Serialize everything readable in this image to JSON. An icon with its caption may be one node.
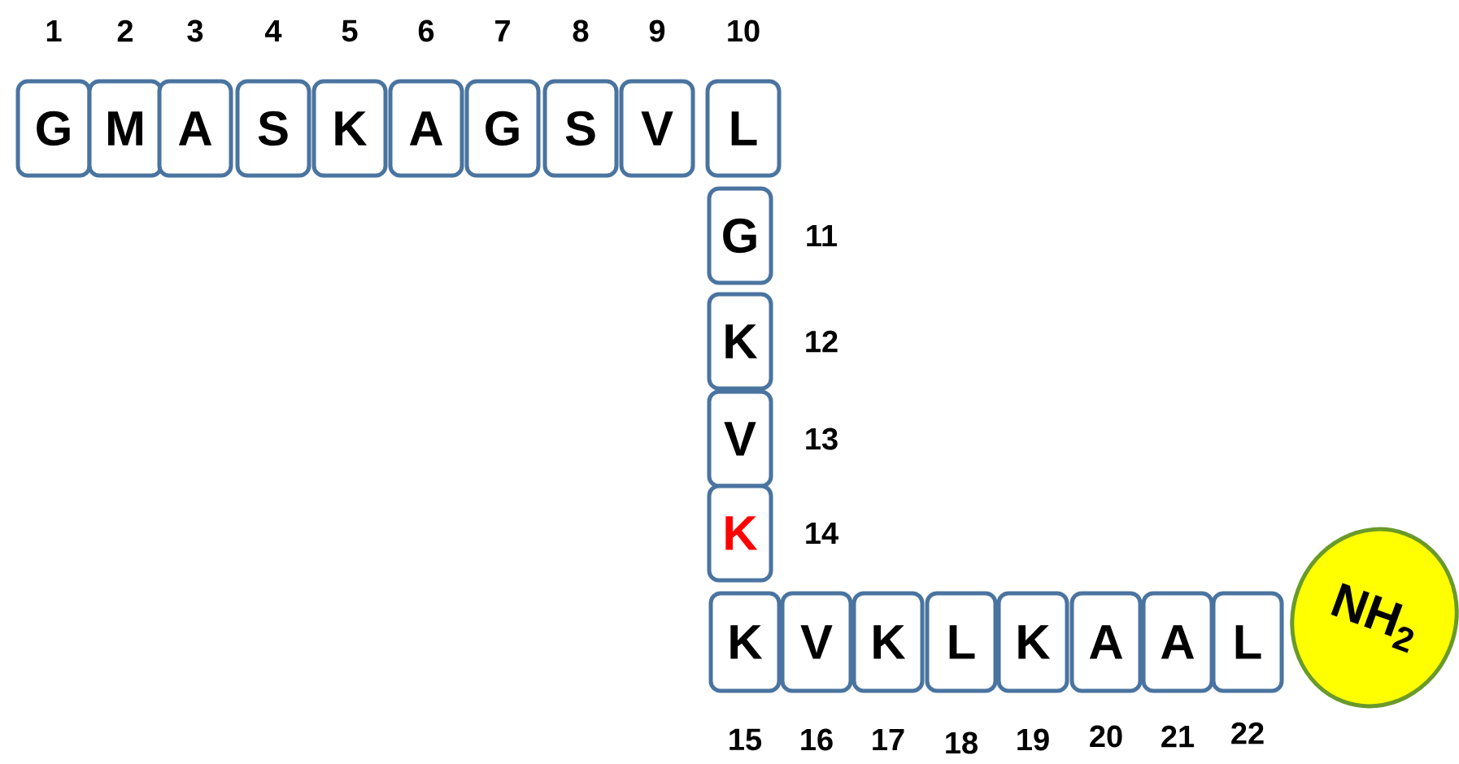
{
  "diagram": {
    "nodes": [
      {
        "text": [
          "G"
        ],
        "beside": [
          "1"
        ]
      },
      {
        "text": [
          "M"
        ],
        "beside": [
          "2"
        ]
      },
      {
        "text": [
          "A"
        ],
        "beside": [
          "3"
        ]
      },
      {
        "text": [
          "S"
        ],
        "beside": [
          "4"
        ]
      },
      {
        "text": [
          "K"
        ],
        "beside": [
          "5"
        ]
      },
      {
        "text": [
          "A"
        ],
        "beside": [
          "6"
        ]
      },
      {
        "text": [
          "G"
        ],
        "beside": [
          "7"
        ]
      },
      {
        "text": [
          "S"
        ],
        "beside": [
          "8"
        ]
      },
      {
        "text": [
          "V"
        ],
        "beside": [
          "9"
        ]
      },
      {
        "text": [
          "L"
        ],
        "beside": [
          "10"
        ]
      },
      {
        "text": [
          "G"
        ],
        "beside": [
          "11"
        ]
      },
      {
        "text": [
          "K"
        ],
        "beside": [
          "12"
        ]
      },
      {
        "text": [
          "V"
        ],
        "beside": [
          "13"
        ]
      },
      {
        "text": [
          "K"
        ],
        "beside": [
          "14"
        ]
      },
      {
        "text": [
          "K"
        ],
        "beside": [
          "15"
        ]
      },
      {
        "text": [
          "V"
        ],
        "beside": [
          "16"
        ]
      },
      {
        "text": [
          "K"
        ],
        "beside": [
          "17"
        ]
      },
      {
        "text": [
          "L"
        ],
        "beside": [
          "18"
        ]
      },
      {
        "text": [
          "K"
        ],
        "beside": [
          "19"
        ]
      },
      {
        "text": [
          "A"
        ],
        "beside": [
          "20"
        ]
      },
      {
        "text": [
          "A"
        ],
        "beside": [
          "21"
        ]
      },
      {
        "text": [
          "L"
        ],
        "beside": [
          "22"
        ]
      },
      {
        "text": [
          "NH$_{2}$"
        ]
      }
    ]
  }
}
